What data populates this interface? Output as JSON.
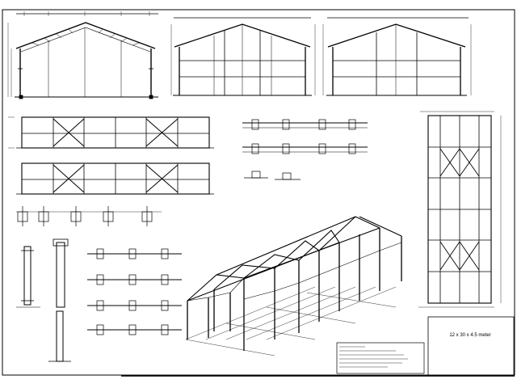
{
  "drawing": {
    "caption": "12 x 30 x 4.5 meter",
    "views": [
      {
        "id": "front-elevation",
        "label": ""
      },
      {
        "id": "middle-frame-section",
        "label": ""
      },
      {
        "id": "end-frame-section",
        "label": ""
      },
      {
        "id": "side-elevation-1",
        "label": ""
      },
      {
        "id": "side-elevation-2",
        "label": ""
      },
      {
        "id": "roof-plan",
        "label": ""
      },
      {
        "id": "isometric-view",
        "label": ""
      }
    ],
    "frames_in_isometric": 6,
    "bays_in_side_elevation": 6,
    "colors": {
      "line": "#000000",
      "paper": "#ffffff"
    }
  }
}
